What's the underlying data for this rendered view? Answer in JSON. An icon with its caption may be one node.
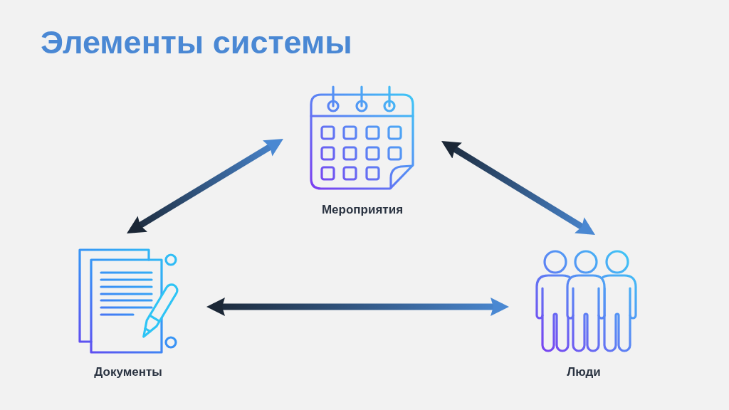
{
  "diagram": {
    "title": "Элементы системы",
    "nodes": [
      {
        "text": [
          "Мероприятия"
        ]
      },
      {
        "text": [
          "Документы"
        ]
      },
      {
        "text": [
          "Люди"
        ]
      }
    ],
    "edges": [
      {
        "from": 1,
        "to": 0,
        "arrow": "both"
      },
      {
        "from": 0,
        "to": 2,
        "arrow": "both"
      },
      {
        "from": 1,
        "to": 2,
        "arrow": "both"
      }
    ]
  }
}
